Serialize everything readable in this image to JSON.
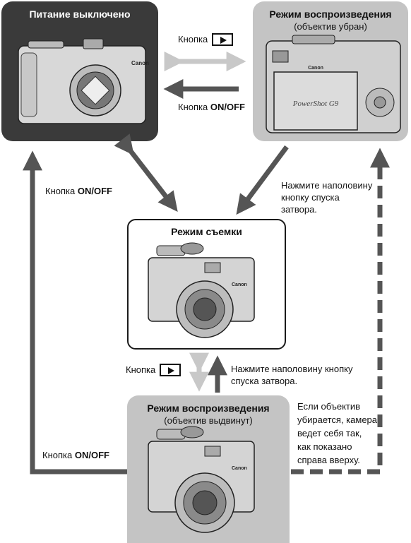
{
  "nodes": {
    "power_off": {
      "title": "Питание выключено"
    },
    "playback_top": {
      "title": "Режим воспроизведения",
      "subtitle": "(объектив убран)"
    },
    "shooting": {
      "title": "Режим съемки"
    },
    "playback_bottom": {
      "title": "Режим воспроизведения",
      "subtitle": "(объектив выдвинут)"
    }
  },
  "camera": {
    "brand": "Canon",
    "screen_text": "PowerShot G9"
  },
  "labels": {
    "button_word": "Кнопка",
    "on_off": "ON/OFF",
    "half_press_right": [
      "Нажмите наполовину",
      "кнопку спуска",
      "затвора."
    ],
    "half_press_center": [
      "Нажмите наполовину кнопку",
      "спуска затвора."
    ],
    "note_retract": [
      "Если объектив",
      "убирается, камера",
      "ведет себя так,",
      "как показано",
      "справа вверху."
    ]
  },
  "colors": {
    "dark_arrow": "#555555",
    "light_arrow": "#c8c8c8",
    "dark_box": "#3a3a3a",
    "grey_box": "#c4c4c4"
  }
}
